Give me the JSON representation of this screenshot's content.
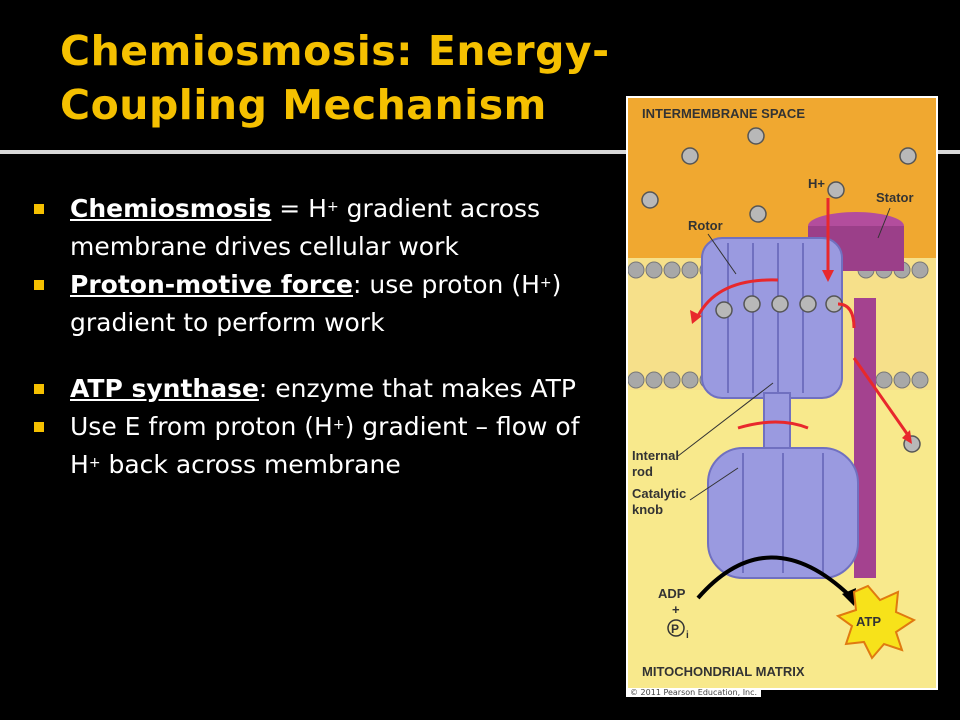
{
  "slide": {
    "title": "Chemiosmosis: Energy-Coupling Mechanism",
    "colors": {
      "title": "#f5c000",
      "bullet_marker": "#f5c000",
      "background": "#000000",
      "text": "#ffffff"
    },
    "bullets": [
      {
        "term": "Chemiosmosis",
        "pre": " = H",
        "sup": "+",
        "post": " gradient across membrane drives cellular work"
      },
      {
        "term": "Proton-motive force",
        "pre": ": use proton (H",
        "sup": "+",
        "post": ") gradient to perform work"
      },
      {
        "term": "ATP synthase",
        "pre": ": enzyme that makes ATP",
        "sup": "",
        "post": ""
      },
      {
        "term": "",
        "pre": "Use E from proton (H",
        "sup": "+",
        "post": ") gradient – flow of H",
        "sup2": "+",
        "post2": " back across membrane"
      }
    ]
  },
  "figure": {
    "labels": {
      "intermembrane_space": "INTERMEMBRANE SPACE",
      "h_plus": "H+",
      "stator": "Stator",
      "rotor": "Rotor",
      "internal_rod_1": "Internal",
      "internal_rod_2": "rod",
      "catalytic_knob_1": "Catalytic",
      "catalytic_knob_2": "knob",
      "adp": "ADP",
      "plus": "+",
      "p": "P",
      "i": "i",
      "atp": "ATP",
      "matrix": "MITOCHONDRIAL MATRIX"
    },
    "credit": "© 2011 Pearson Education, Inc."
  }
}
